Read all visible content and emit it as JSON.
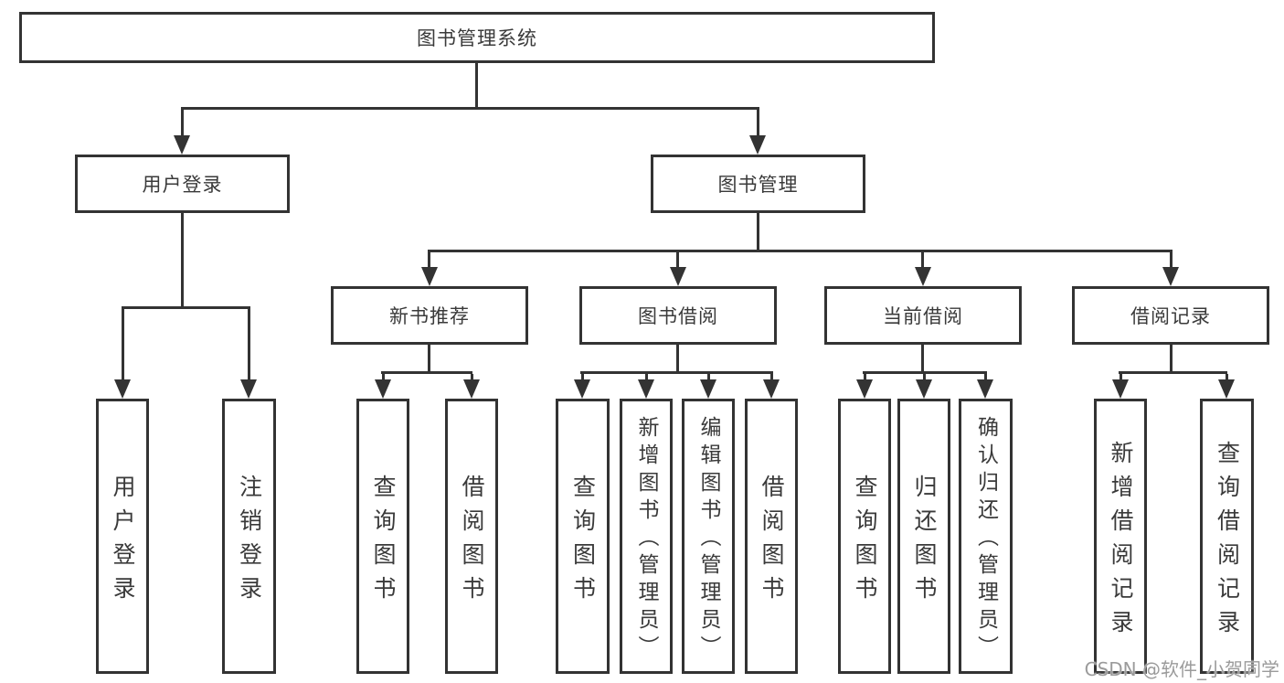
{
  "tree": {
    "label": "图书管理系统",
    "children": [
      {
        "label": "用户登录",
        "children": [
          {
            "label": "用户登录"
          },
          {
            "label": "注销登录"
          }
        ]
      },
      {
        "label": "图书管理",
        "children": [
          {
            "label": "新书推荐",
            "children": [
              {
                "label": "查询图书"
              },
              {
                "label": "借阅图书"
              }
            ]
          },
          {
            "label": "图书借阅",
            "children": [
              {
                "label": "查询图书"
              },
              {
                "label": "新增图书（管理员）"
              },
              {
                "label": "编辑图书（管理员）"
              },
              {
                "label": "借阅图书"
              }
            ]
          },
          {
            "label": "当前借阅",
            "children": [
              {
                "label": "查询图书"
              },
              {
                "label": "归还图书"
              },
              {
                "label": "确认归还（管理员）"
              }
            ]
          },
          {
            "label": "借阅记录",
            "children": [
              {
                "label": "新增借阅记录"
              },
              {
                "label": "查询借阅记录"
              }
            ]
          }
        ]
      }
    ]
  },
  "watermark": {
    "text": "CSDN @软件_小贺同学"
  },
  "colors": {
    "line": "#333333",
    "text": "#3a3a3a",
    "watermark": "#9b9b9b",
    "background": "#ffffff"
  }
}
